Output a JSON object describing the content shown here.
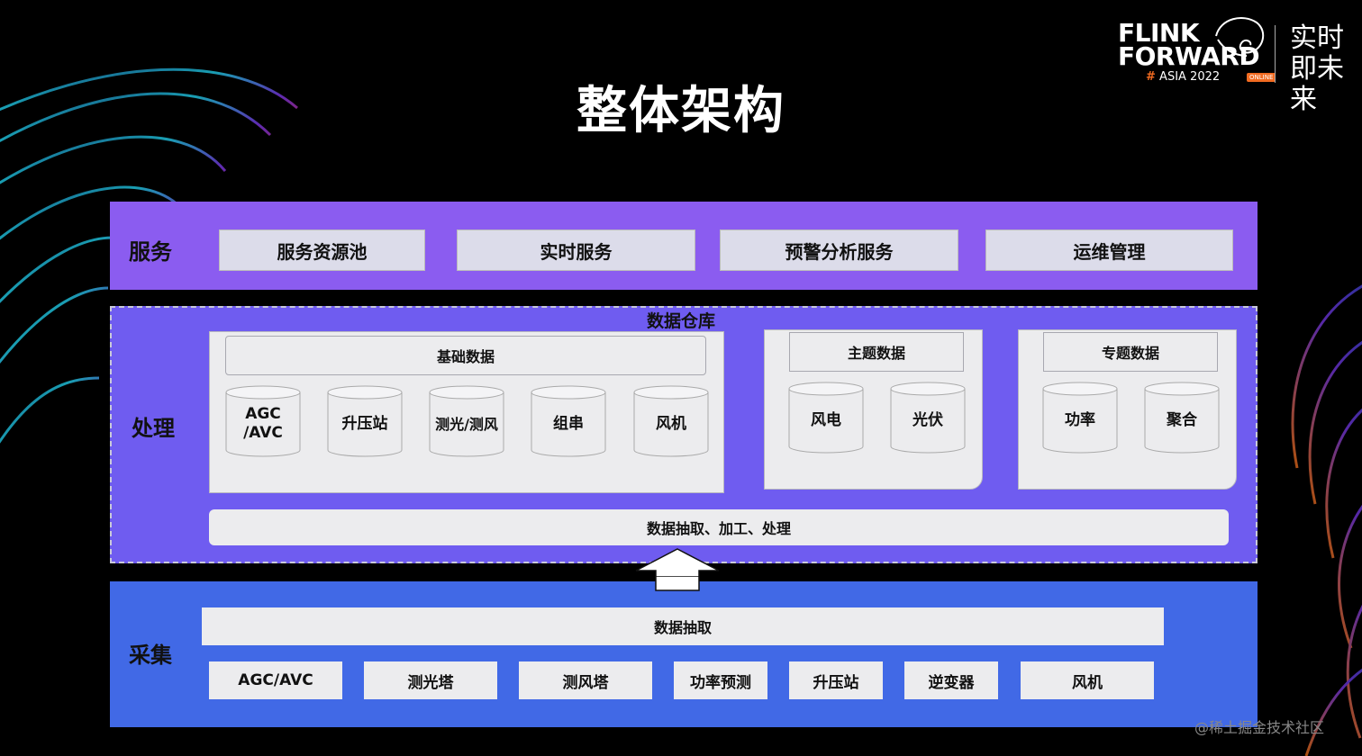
{
  "title": "整体架构",
  "logo": {
    "line1": "FLINK",
    "line2": "FORWARD",
    "hash": "#",
    "event": "ASIA 2022",
    "badge": "ONLINE",
    "slogan": "实时即未来"
  },
  "colors": {
    "service_layer": "#8b5cf0",
    "processing_layer": "#6f5cf0",
    "collection_layer": "#4169e6",
    "box_fill": "#ececee",
    "accent_orange": "#f26b21"
  },
  "service": {
    "label": "服务",
    "items": [
      "服务资源池",
      "实时服务",
      "预警分析服务",
      "运维管理"
    ]
  },
  "processing": {
    "label": "处理",
    "warehouse_title": "数据仓库",
    "basic": {
      "title": "基础数据",
      "items": [
        "AGC\n/AVC",
        "升压站",
        "测光/测风",
        "组串",
        "风机"
      ]
    },
    "theme": {
      "title": "主题数据",
      "items": [
        "风电",
        "光伏"
      ]
    },
    "special": {
      "title": "专题数据",
      "items": [
        "功率",
        "聚合"
      ]
    },
    "etl_label": "数据抽取、加工、处理"
  },
  "collection": {
    "label": "采集",
    "extract_label": "数据抽取",
    "sources": [
      "AGC/AVC",
      "测光塔",
      "测风塔",
      "功率预测",
      "升压站",
      "逆变器",
      "风机"
    ]
  },
  "watermark": "@稀土掘金技术社区"
}
